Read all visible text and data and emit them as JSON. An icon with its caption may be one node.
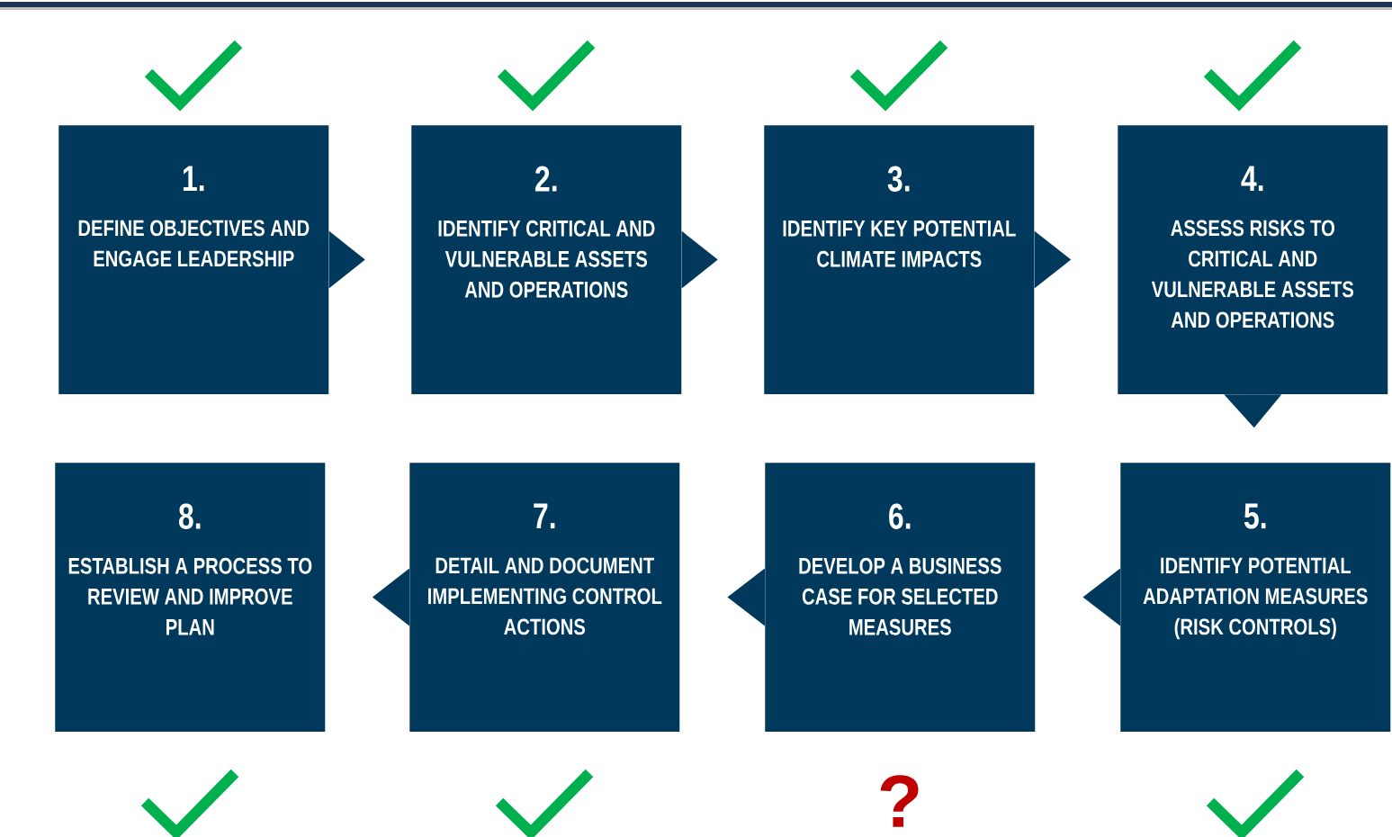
{
  "diagram": {
    "nodes": [
      {
        "text": [
          "1.",
          "DEFINE OBJECTIVES AND ENGAGE LEADERSHIP"
        ]
      },
      {
        "text": [
          "2.",
          "IDENTIFY CRITICAL AND VULNERABLE ASSETS AND OPERATIONS"
        ]
      },
      {
        "text": [
          "3.",
          "IDENTIFY KEY POTENTIAL CLIMATE IMPACTS"
        ]
      },
      {
        "text": [
          "4.",
          "ASSESS RISKS TO CRITICAL AND VULNERABLE ASSETS AND OPERATIONS"
        ]
      },
      {
        "text": [
          "5.",
          "IDENTIFY POTENTIAL ADAPTATION MEASURES (RISK CONTROLS)"
        ]
      },
      {
        "text": [
          "6.",
          "DEVELOP A BUSINESS CASE FOR SELECTED MEASURES"
        ],
        "beside": [
          "?"
        ]
      },
      {
        "text": [
          "7.",
          "DETAIL AND DOCUMENT IMPLEMENTING CONTROL ACTIONS"
        ]
      },
      {
        "text": [
          "8.",
          "ESTABLISH A PROCESS TO REVIEW AND IMPROVE PLAN"
        ]
      }
    ],
    "edges": [
      {
        "from": 0,
        "to": 1,
        "arrow": "to"
      },
      {
        "from": 1,
        "to": 2,
        "arrow": "to"
      },
      {
        "from": 2,
        "to": 3,
        "arrow": "to"
      },
      {
        "from": 3,
        "to": 4,
        "arrow": "to"
      },
      {
        "from": 4,
        "to": 5,
        "arrow": "to"
      },
      {
        "from": 5,
        "to": 6,
        "arrow": "to"
      },
      {
        "from": 6,
        "to": 7,
        "arrow": "to"
      }
    ]
  }
}
